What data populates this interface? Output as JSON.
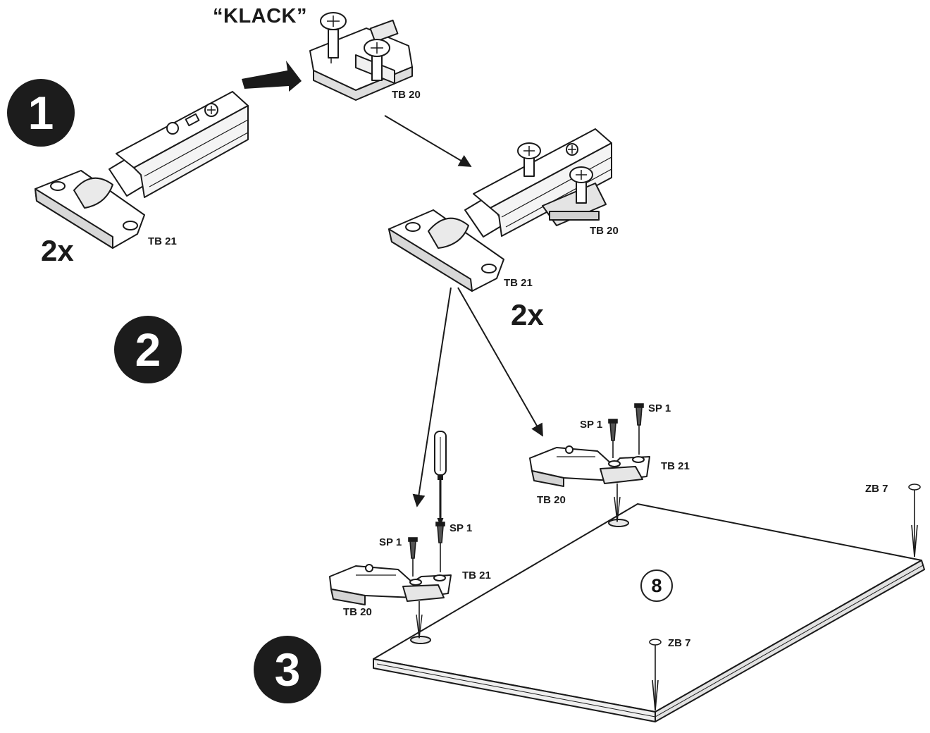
{
  "steps": [
    "1",
    "2",
    "3"
  ],
  "sound_label": "“KLACK”",
  "parts": {
    "tb20": "TB 20",
    "tb21": "TB 21",
    "sp1": "SP 1",
    "zb7": "ZB 7"
  },
  "quantity": "2x",
  "panel_number": "8",
  "colors": {
    "line": "#1a1a1a",
    "fill_dark": "#1c1c1c",
    "background": "#ffffff"
  }
}
